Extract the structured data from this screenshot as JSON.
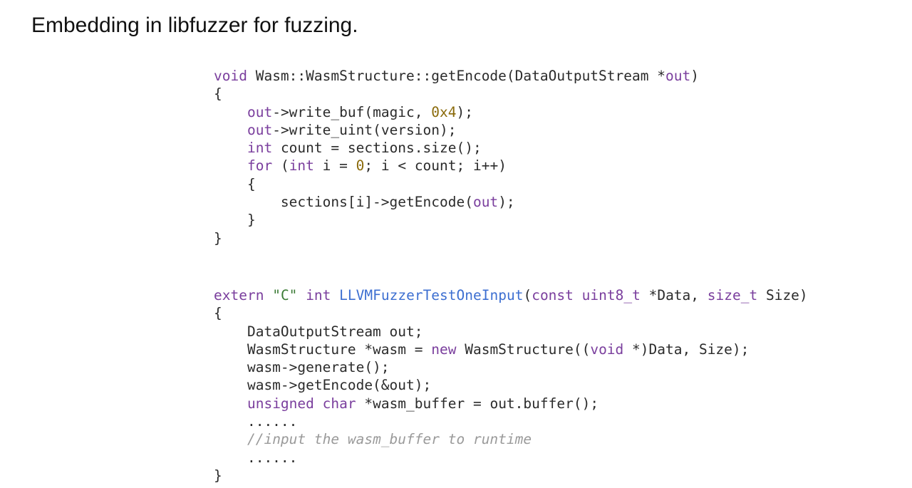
{
  "slide": {
    "title": "Embedding in libfuzzer for fuzzing."
  },
  "colors": {
    "plain": "#2b2b2b",
    "keyword": "#7a3e9d",
    "function": "#3d6fd1",
    "number": "#8a6a0a",
    "string": "#3a7a34",
    "comment": "#9a9a9a"
  },
  "code_blocks": [
    {
      "name": "getencode-function",
      "lines": [
        [
          [
            "k",
            "void"
          ],
          [
            "p",
            " Wasm::WasmStructure::getEncode(DataOutputStream *"
          ],
          [
            "k",
            "out"
          ],
          [
            "p",
            ")"
          ]
        ],
        [
          [
            "p",
            "{"
          ]
        ],
        [
          [
            "p",
            "    "
          ],
          [
            "k",
            "out"
          ],
          [
            "p",
            "->write_buf(magic, "
          ],
          [
            "n",
            "0x4"
          ],
          [
            "p",
            ");"
          ]
        ],
        [
          [
            "p",
            "    "
          ],
          [
            "k",
            "out"
          ],
          [
            "p",
            "->write_uint(version);"
          ]
        ],
        [
          [
            "p",
            "    "
          ],
          [
            "k",
            "int"
          ],
          [
            "p",
            " count = sections.size();"
          ]
        ],
        [
          [
            "p",
            "    "
          ],
          [
            "k",
            "for"
          ],
          [
            "p",
            " ("
          ],
          [
            "k",
            "int"
          ],
          [
            "p",
            " i = "
          ],
          [
            "n",
            "0"
          ],
          [
            "p",
            "; i < count; i++)"
          ]
        ],
        [
          [
            "p",
            "    {"
          ]
        ],
        [
          [
            "p",
            "        sections[i]->getEncode("
          ],
          [
            "k",
            "out"
          ],
          [
            "p",
            ");"
          ]
        ],
        [
          [
            "p",
            "    }"
          ]
        ],
        [
          [
            "p",
            "}"
          ]
        ]
      ]
    },
    {
      "name": "fuzzer-entry-function",
      "lines": [
        [
          [
            "k",
            "extern"
          ],
          [
            "p",
            " "
          ],
          [
            "s",
            "\"C\""
          ],
          [
            "p",
            " "
          ],
          [
            "k",
            "int"
          ],
          [
            "p",
            " "
          ],
          [
            "f",
            "LLVMFuzzerTestOneInput"
          ],
          [
            "p",
            "("
          ],
          [
            "k",
            "const"
          ],
          [
            "p",
            " "
          ],
          [
            "k",
            "uint8_t"
          ],
          [
            "p",
            " *Data, "
          ],
          [
            "k",
            "size_t"
          ],
          [
            "p",
            " Size)"
          ]
        ],
        [
          [
            "p",
            "{"
          ]
        ],
        [
          [
            "p",
            "    DataOutputStream out;"
          ]
        ],
        [
          [
            "p",
            "    WasmStructure *wasm = "
          ],
          [
            "k",
            "new"
          ],
          [
            "p",
            " WasmStructure(("
          ],
          [
            "k",
            "void"
          ],
          [
            "p",
            " *)Data, Size);"
          ]
        ],
        [
          [
            "p",
            "    wasm->generate();"
          ]
        ],
        [
          [
            "p",
            "    wasm->getEncode(&out);"
          ]
        ],
        [
          [
            "p",
            "    "
          ],
          [
            "k",
            "unsigned"
          ],
          [
            "p",
            " "
          ],
          [
            "k",
            "char"
          ],
          [
            "p",
            " *wasm_buffer = out.buffer();"
          ]
        ],
        [
          [
            "p",
            "    ......"
          ]
        ],
        [
          [
            "p",
            "    "
          ],
          [
            "c",
            "//input the wasm_buffer to runtime"
          ]
        ],
        [
          [
            "p",
            "    ......"
          ]
        ],
        [
          [
            "p",
            "}"
          ]
        ]
      ]
    }
  ]
}
